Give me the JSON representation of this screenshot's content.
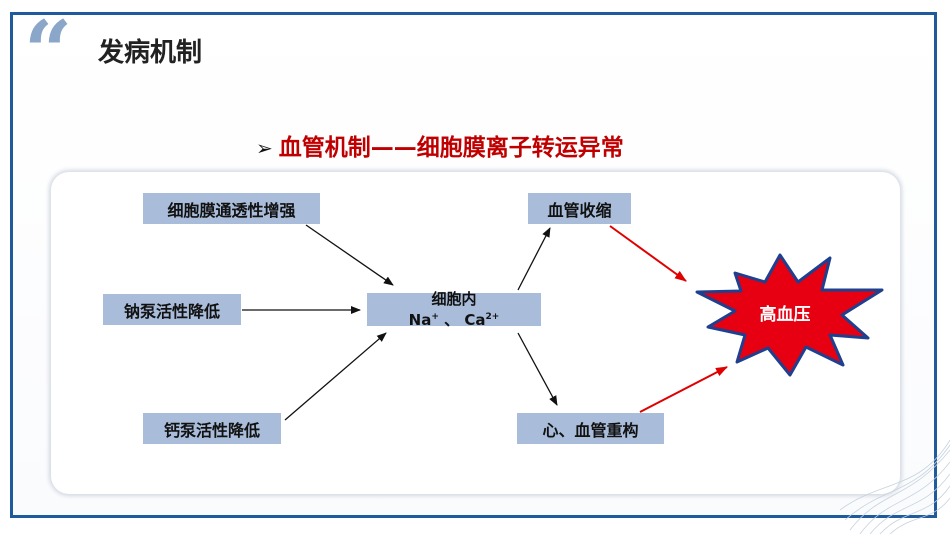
{
  "header": {
    "quote_mark": "“",
    "title": "发病机制"
  },
  "subtitle": {
    "bullet": "➢",
    "text": "血管机制——细胞膜离子转运异常"
  },
  "diagram": {
    "left_nodes": [
      {
        "label": "细胞膜通透性增强"
      },
      {
        "label": "钠泵活性降低"
      },
      {
        "label": "钙泵活性降低"
      }
    ],
    "center_node": {
      "line1": "细胞内",
      "na": "Na",
      "plus": "+",
      "sep": "、",
      "ca": "Ca",
      "ca_charge": "2+"
    },
    "right_nodes": [
      {
        "label": "血管收缩"
      },
      {
        "label": "心、血管重构"
      }
    ],
    "outcome": {
      "label": "高血压",
      "fill": "#e60012",
      "border": "#1f3f8f"
    },
    "colors": {
      "box_fill": "#a9bddb",
      "black_arrow": "#111111",
      "red_arrow": "#e00000"
    }
  }
}
